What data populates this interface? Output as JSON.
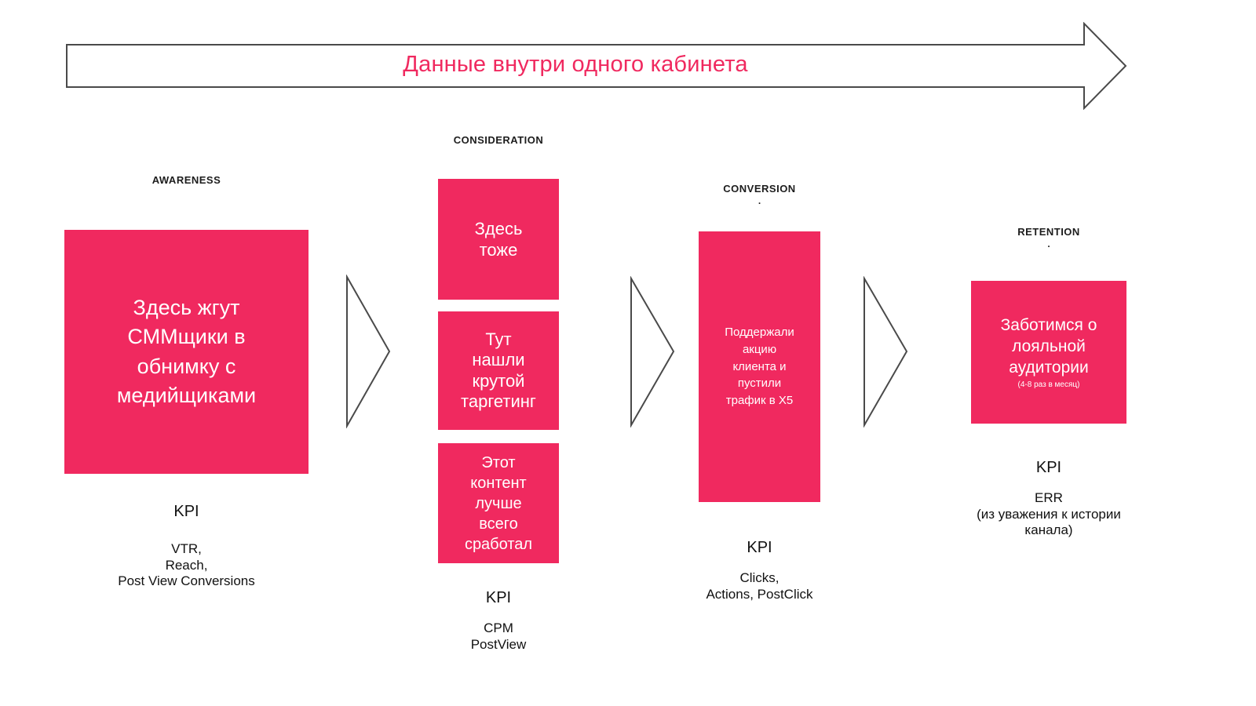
{
  "colors": {
    "accent": "#f0295f",
    "outline": "#4a4a4a",
    "box_text": "#ffffff",
    "body_text": "#1c1c1c"
  },
  "banner": {
    "title": "Данные внутри одного кабинета"
  },
  "stages": [
    {
      "label": "AWARENESS",
      "boxes": [
        {
          "text": "Здесь жгут\nСММщики в\nобнимку с\nмедийщиками"
        }
      ],
      "kpi_heading": "KPI",
      "kpi_details": "VTR,\nReach,\nPost View Conversions"
    },
    {
      "label": "CONSIDERATION",
      "boxes": [
        {
          "text": "Здесь\nтоже"
        },
        {
          "text": "Тут\nнашли\nкрутой\nтаргетинг"
        },
        {
          "text": "Этот\nконтент\nлучше\nвсего\nсработал"
        }
      ],
      "kpi_heading": "KPI",
      "kpi_details": "CPM\nPostView"
    },
    {
      "label": "CONVERSION",
      "sub_label": ".",
      "boxes": [
        {
          "text": "Поддержали\nакцию\nклиента и\nпустили\nтрафик в X5"
        }
      ],
      "kpi_heading": "KPI",
      "kpi_details": "Clicks,\nActions, PostClick"
    },
    {
      "label": "RETENTION",
      "sub_label": ".",
      "boxes": [
        {
          "text": "Заботимся о\nлояльной\nаудитории",
          "note": "(4-8 раз в месяц)"
        }
      ],
      "kpi_heading": "KPI",
      "kpi_details": "ERR\n(из уважения к истории\nканала)"
    }
  ]
}
